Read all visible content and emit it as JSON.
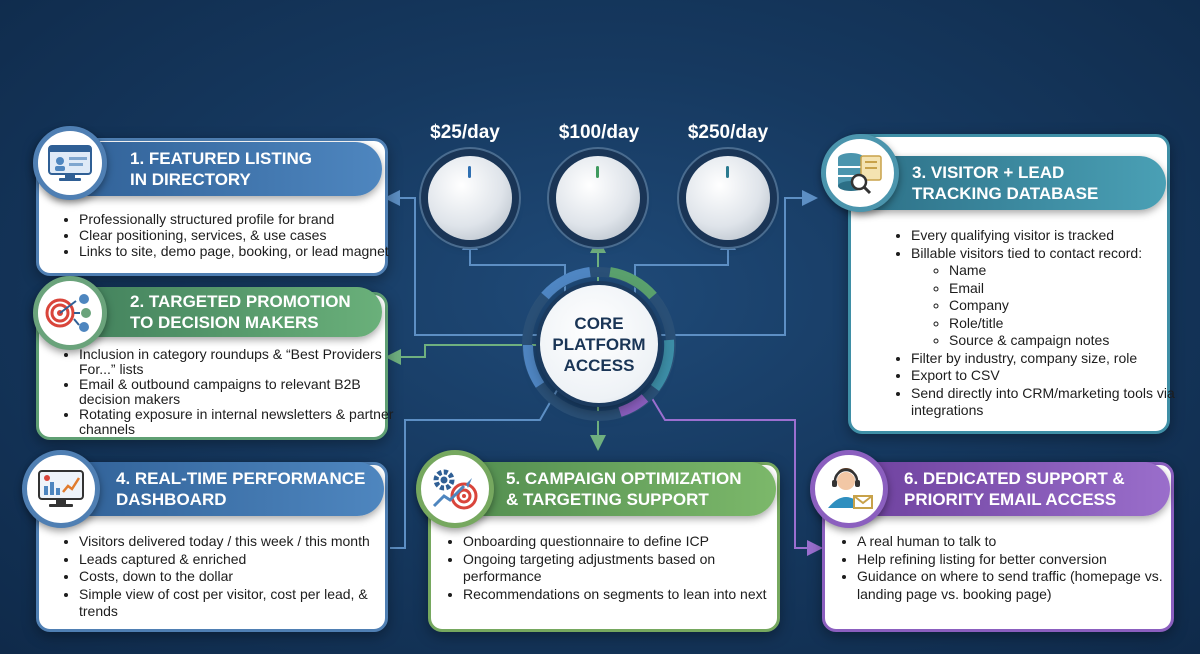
{
  "center": {
    "label": "CORE\nPLATFORM\nACCESS"
  },
  "knobs": [
    {
      "label": "$25/day",
      "color": "#2f6fb1"
    },
    {
      "label": "$100/day",
      "color": "#3f9a5e"
    },
    {
      "label": "$250/day",
      "color": "#2a7a8f"
    }
  ],
  "cards": {
    "featured": {
      "title": "1. FEATURED LISTING\nIN DIRECTORY",
      "icon": "browser-profile-icon",
      "bullets": [
        "Professionally structured profile for brand",
        "Clear positioning, services, & use cases",
        "Links to site, demo page, booking, or lead magnet"
      ]
    },
    "promotion": {
      "title": "2. TARGETED PROMOTION\nTO DECISION MAKERS",
      "icon": "target-audience-icon",
      "bullets": [
        "Inclusion in category roundups & “Best Providers For...” lists",
        "Email & outbound campaigns to relevant B2B decision makers",
        "Rotating exposure in internal newsletters & partner channels"
      ]
    },
    "tracking": {
      "title": "3. VISITOR + LEAD\nTRACKING DATABASE",
      "icon": "database-search-icon",
      "bullets": [
        "Every qualifying visitor is tracked",
        "Billable visitors tied to contact record:"
      ],
      "sub_bullets": [
        "Name",
        "Email",
        "Company",
        "Role/title",
        "Source & campaign notes"
      ],
      "bullets_after": [
        "Filter by industry, company size, role",
        "Export to CSV",
        "Send directly into CRM/marketing tools via integrations"
      ]
    },
    "dashboard": {
      "title": "4. REAL-TIME PERFORMANCE\nDASHBOARD",
      "icon": "dashboard-chart-icon",
      "bullets": [
        "Visitors delivered today / this week / this month",
        "Leads captured & enriched",
        "Costs, down to the dollar",
        "Simple view of cost per visitor, cost per lead, & trends"
      ]
    },
    "optimization": {
      "title": "5. CAMPAIGN OPTIMIZATION\n& TARGETING SUPPORT",
      "icon": "gear-target-icon",
      "bullets": [
        "Onboarding questionnaire to define ICP",
        "Ongoing targeting adjustments based on performance",
        "Recommendations on segments to lean into next"
      ]
    },
    "support": {
      "title": "6. DEDICATED SUPPORT &\nPRIORITY EMAIL ACCESS",
      "icon": "headset-agent-icon",
      "bullets": [
        "A real human to talk to",
        "Help refining listing for better conversion",
        "Guidance on where to send traffic (homepage vs. landing page vs. booking page)"
      ]
    }
  }
}
